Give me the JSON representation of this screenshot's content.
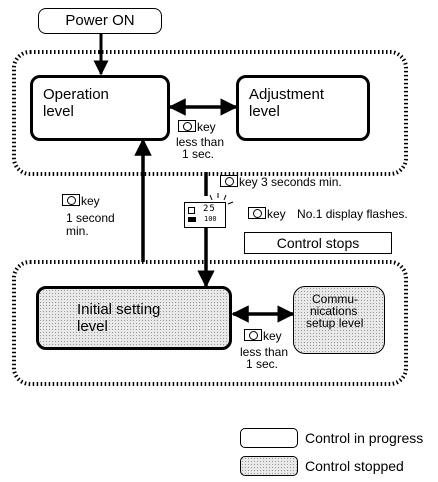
{
  "diagram": {
    "power_on": "Power ON",
    "operation_level": [
      "Operation",
      "level"
    ],
    "adjustment_level": [
      "Adjustment",
      "level"
    ],
    "initial_setting_level": [
      "Initial setting",
      "level"
    ],
    "communications_setup_level": [
      "Commu-",
      "nications",
      "setup level"
    ],
    "control_stops": "Control stops",
    "key_word": "key",
    "key_less_than_top": [
      "less than",
      "1 sec."
    ],
    "key_3_seconds": "key 3 seconds min.",
    "key_1_second": [
      "1 second",
      "min."
    ],
    "display_flashes": "No.1 display flashes.",
    "key_less_than_bottom": [
      "less than",
      "1 sec."
    ],
    "display_digits": "25",
    "display_subdigits": "100"
  },
  "legend": {
    "in_progress": "Control in progress",
    "stopped": "Control stopped"
  }
}
